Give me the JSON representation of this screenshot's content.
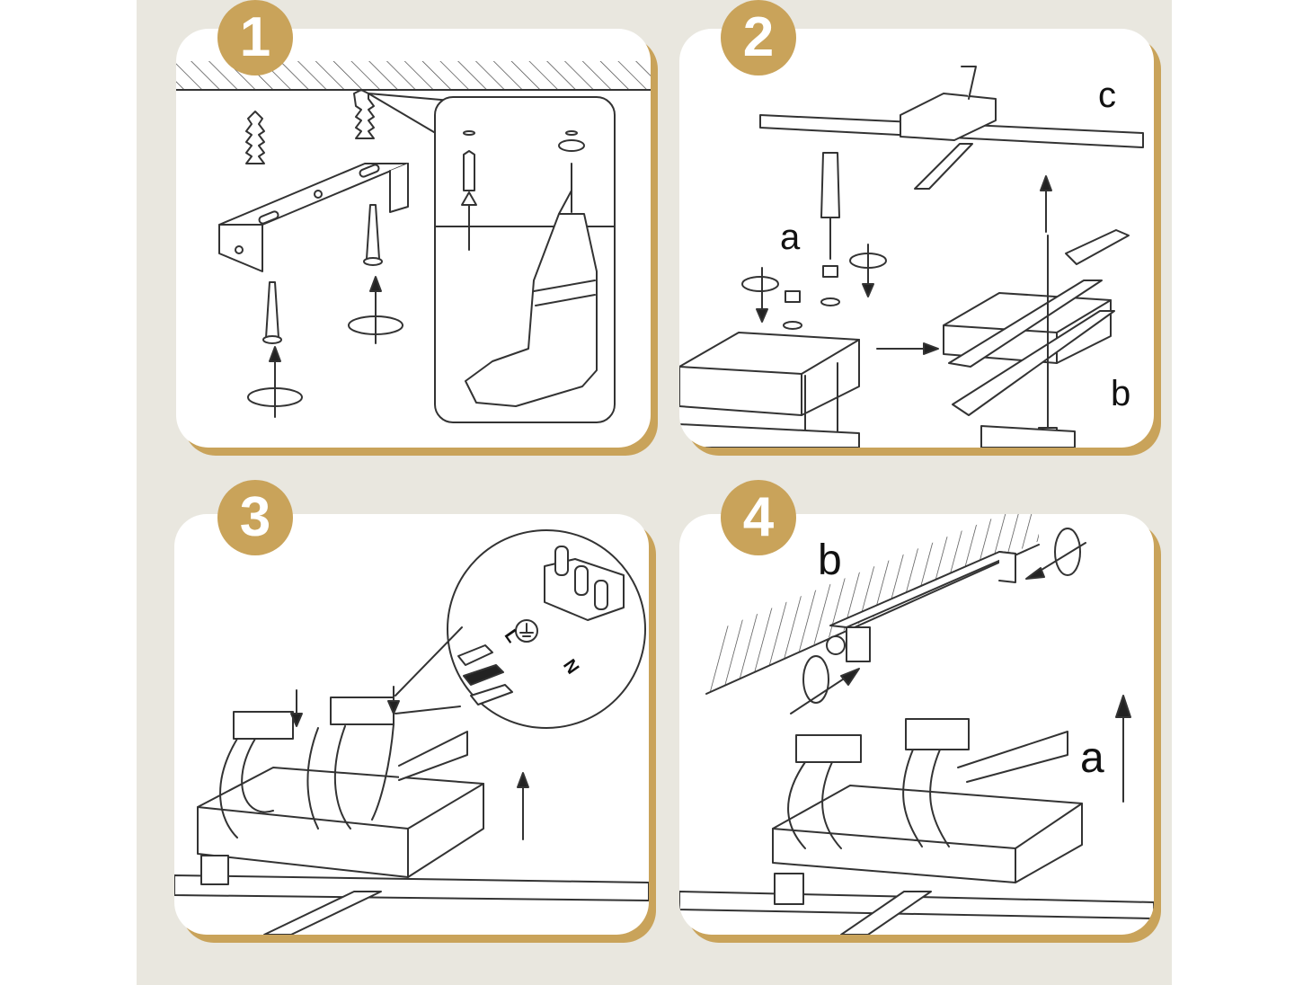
{
  "steps": [
    {
      "number": "1"
    },
    {
      "number": "2",
      "labels": {
        "a": "a",
        "b": "b",
        "c": "c"
      }
    },
    {
      "number": "3",
      "labels": {
        "live": "L",
        "neutral": "N"
      }
    },
    {
      "number": "4",
      "labels": {
        "a": "a",
        "b": "b"
      }
    }
  ],
  "colors": {
    "accent": "#c9a35a",
    "backdrop": "#e9e7df",
    "line": "#333333"
  }
}
